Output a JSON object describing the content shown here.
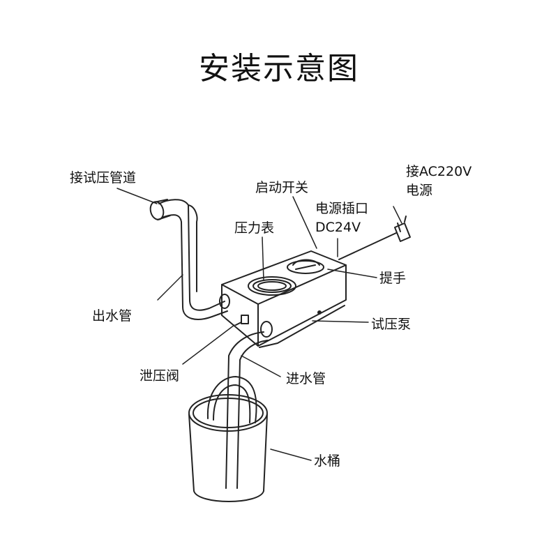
{
  "title": "安装示意图",
  "labels": {
    "pressure_line": "接试压管道",
    "start_switch": "启动开关",
    "ac_power_1": "接AC220V",
    "ac_power_2": "电源",
    "power_socket_1": "电源插口",
    "power_socket_2": "DC24V",
    "gauge": "压力表",
    "handle": "提手",
    "outlet_pipe": "出水管",
    "pump": "试压泵",
    "relief_valve": "泄压阀",
    "inlet_pipe": "进水管",
    "bucket": "水桶"
  },
  "colors": {
    "line": "#222222",
    "background": "#ffffff"
  }
}
